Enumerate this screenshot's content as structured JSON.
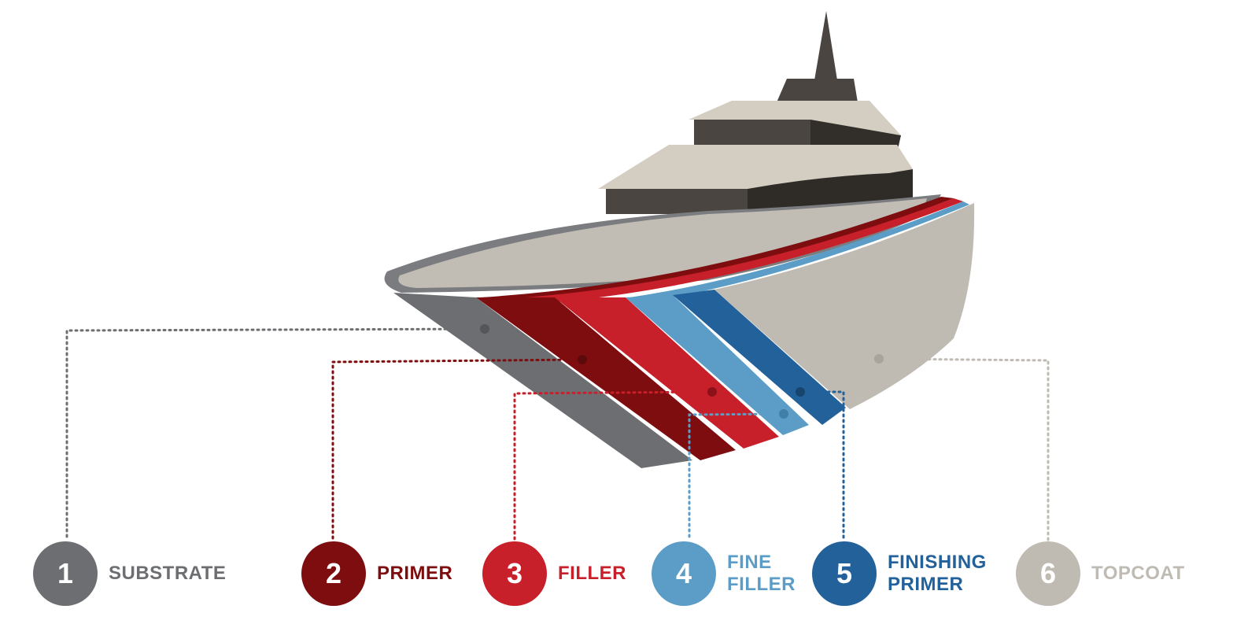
{
  "colors": {
    "substrate": "#6d6e71",
    "primer": "#7e0d0f",
    "filler": "#c8202a",
    "fine_filler": "#5b9dc6",
    "finishing_primer": "#23619a",
    "topcoat": "#bfbbb3",
    "deck": "#c1bcb4",
    "cabin_light": "#d3cdc2",
    "cabin_dark": "#4a4540"
  },
  "layers": [
    {
      "number": "1",
      "label": "SUBSTRATE",
      "color": "#6d6e71"
    },
    {
      "number": "2",
      "label": "PRIMER",
      "color": "#7e0d0f"
    },
    {
      "number": "3",
      "label": "FILLER",
      "color": "#c8202a"
    },
    {
      "number": "4",
      "label": "FINE\nFILLER",
      "color": "#5b9dc6"
    },
    {
      "number": "5",
      "label": "FINISHING\nPRIMER",
      "color": "#23619a"
    },
    {
      "number": "6",
      "label": "TOPCOAT",
      "color": "#bfbbb3"
    }
  ]
}
